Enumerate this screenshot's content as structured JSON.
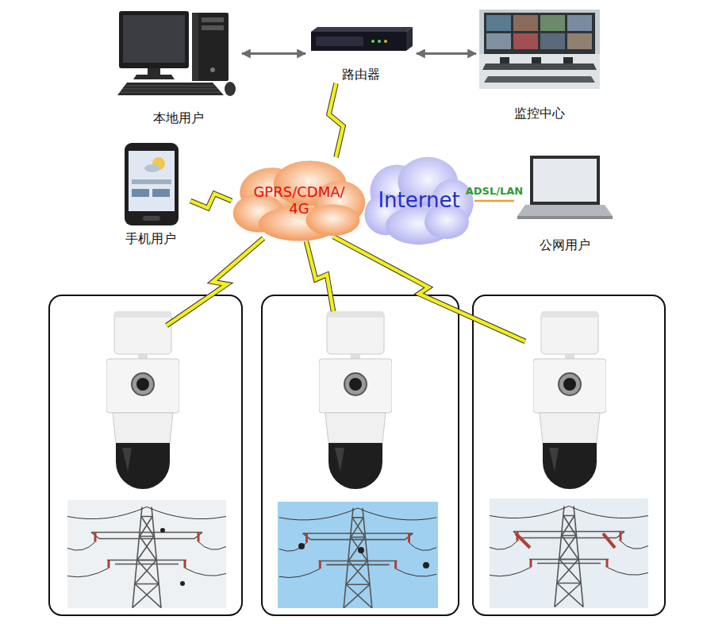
{
  "diagram": {
    "nodes": [
      {
        "text": [
          "本地用户"
        ]
      },
      {
        "text": [
          "路由器"
        ]
      },
      {
        "text": [
          "监控中心"
        ]
      },
      {
        "text": [
          "手机用户"
        ]
      },
      {
        "text": [
          "GPRS/CDMA/ 4G"
        ]
      },
      {
        "text": [
          "Internet"
        ]
      },
      {
        "text": [
          "公网用户"
        ]
      }
    ],
    "edges": [
      {
        "from": 0,
        "to": 1,
        "arrow": "both"
      },
      {
        "from": 1,
        "to": 2,
        "arrow": "both"
      },
      {
        "from": 1,
        "to": 4,
        "arrow": "none"
      },
      {
        "from": 3,
        "to": 4,
        "arrow": "none"
      },
      {
        "from": 6,
        "to": 5,
        "label": "ADSL/LAN",
        "arrow": "none"
      }
    ]
  }
}
